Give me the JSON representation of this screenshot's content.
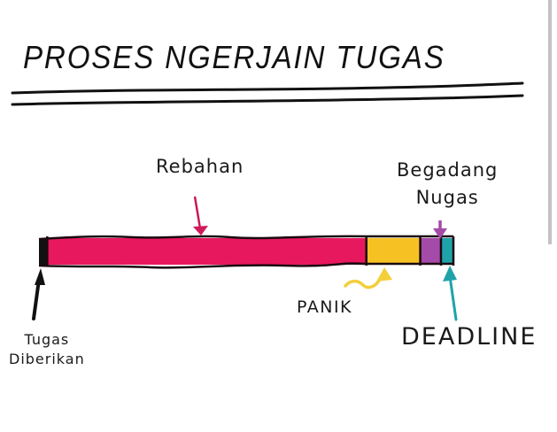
{
  "title": "PROSES NGERJAIN TUGAS",
  "labels": {
    "rebahan": "Rebahan",
    "begadang_line1": "Begadang",
    "begadang_line2": "Nugas",
    "panik": "PANIK",
    "deadline": "DEADLINE",
    "tugas_line1": "Tugas",
    "tugas_line2": "Diberikan"
  },
  "timeline": {
    "segments": [
      {
        "name": "Tugas Diberikan",
        "fraction": 0.02,
        "color": "#111111"
      },
      {
        "name": "Rebahan",
        "fraction": 0.77,
        "color": "#e8185e"
      },
      {
        "name": "Panik",
        "fraction": 0.13,
        "color": "#f6c223"
      },
      {
        "name": "Begadang Nugas",
        "fraction": 0.05,
        "color": "#a44aa8"
      },
      {
        "name": "Deadline",
        "fraction": 0.03,
        "color": "#1fa3a8"
      }
    ]
  },
  "colors": {
    "rebahan_arrow": "#d01a5a",
    "panik_arrow": "#f3cf3a",
    "begadang_arrow": "#a44aa8",
    "deadline_arrow": "#1fa3a8",
    "tugas_arrow": "#111111"
  }
}
